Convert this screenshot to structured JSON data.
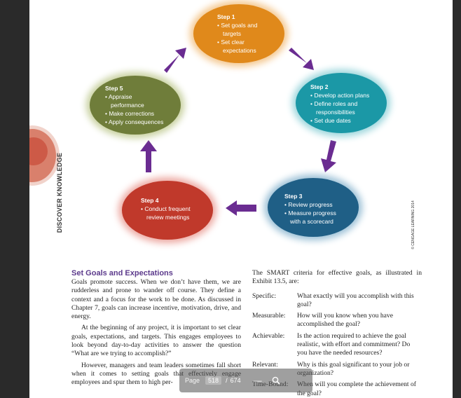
{
  "side_label": "DISCOVER KNOWLEDGE",
  "credit": "© CENGAGE LEARNING 2014",
  "steps": {
    "s1": {
      "title": "Step 1",
      "items": [
        "Set goals and",
        "targets",
        "Set clear",
        "expectations"
      ]
    },
    "s2": {
      "title": "Step 2",
      "items": [
        "Develop action plans",
        "Define roles and",
        "responsibilities",
        "Set due dates"
      ]
    },
    "s3": {
      "title": "Step 3",
      "items": [
        "Review progress",
        "Measure progress",
        "with a scorecard"
      ]
    },
    "s4": {
      "title": "Step 4",
      "items": [
        "Conduct frequent",
        "review meetings"
      ]
    },
    "s5": {
      "title": "Step 5",
      "items": [
        "Appraise",
        "performance",
        "Make corrections",
        "Apply consequences"
      ]
    }
  },
  "colors": {
    "purple": "#6a2c91",
    "step1": "#e0891b",
    "step2": "#1b98a6",
    "step3": "#1f5f86",
    "step4": "#c0392b",
    "step5": "#6f7d3a"
  },
  "left_column": {
    "heading": "Set Goals and Expectations",
    "p1": "Goals promote success. When we don’t have them, we are rudderless and prone to wander off course. They define a context and a focus for the work to be done. As discussed in Chapter 7, goals can increase incentive, motivation, drive, and energy.",
    "p2": "At the beginning of any project, it is important to set clear goals, expectations, and targets. This engages employees to look beyond day-to-day activities to answer the question “What are we trying to accomplish?”",
    "p3": "However, managers and team leaders sometimes fall short when it comes to setting goals that effectively engage employees and spur them to high per-"
  },
  "right_column": {
    "intro": "The SMART criteria for effective goals, as illustrated in Exhibit 13.5, are:",
    "rows": [
      {
        "term": "Specific:",
        "desc": "What exactly will you accomplish with this goal?"
      },
      {
        "term": "Measurable:",
        "desc": "How will you know when you have accomplished the goal?"
      },
      {
        "term": "Achievable:",
        "desc": "Is the action required to achieve the goal realistic, with effort and commitment? Do you have the needed resources?"
      },
      {
        "term": "Relevant:",
        "desc": "Why is this goal significant to your job or organization?"
      },
      {
        "term": "Time-Bound:",
        "desc": "When will you complete the achievement of the goal?"
      }
    ]
  },
  "pager": {
    "label": "Page",
    "current": "518",
    "separator": "/",
    "total": "674",
    "zoom_icon": "zoom-icon"
  }
}
